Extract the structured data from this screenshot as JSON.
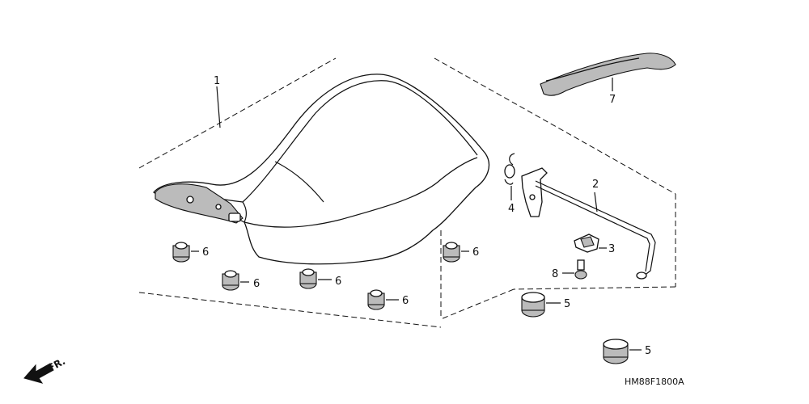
{
  "diagram": {
    "callouts": {
      "seat": "1",
      "rod": "2",
      "hook": "3",
      "spring": "4",
      "cushion_a": "5",
      "cushion_b": "5",
      "grommet_1": "6",
      "grommet_2": "6",
      "grommet_3": "6",
      "grommet_4": "6",
      "grommet_5": "6",
      "handle": "7",
      "bolt": "8"
    },
    "direction_label": "FR.",
    "drawing_code": "HM88F1800A"
  }
}
